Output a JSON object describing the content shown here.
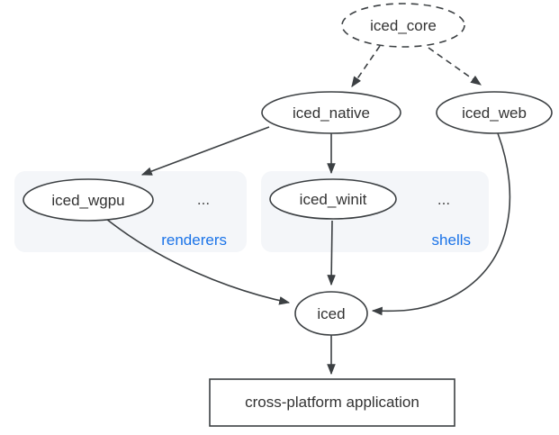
{
  "nodes": {
    "iced_core": {
      "label": "iced_core",
      "shape": "ellipse",
      "border": "dashed"
    },
    "iced_native": {
      "label": "iced_native",
      "shape": "ellipse",
      "border": "solid"
    },
    "iced_web": {
      "label": "iced_web",
      "shape": "ellipse",
      "border": "solid"
    },
    "iced_wgpu": {
      "label": "iced_wgpu",
      "shape": "ellipse",
      "border": "solid"
    },
    "iced_winit": {
      "label": "iced_winit",
      "shape": "ellipse",
      "border": "solid"
    },
    "iced": {
      "label": "iced",
      "shape": "ellipse",
      "border": "solid"
    },
    "cross_platform_application": {
      "label": "cross-platform application",
      "shape": "rect",
      "border": "solid"
    }
  },
  "groups": {
    "renderers": {
      "label": "renderers",
      "ellipsis": "...",
      "contains": [
        "iced_wgpu"
      ]
    },
    "shells": {
      "label": "shells",
      "ellipsis": "...",
      "contains": [
        "iced_winit"
      ]
    }
  },
  "edges": [
    {
      "from": "iced_core",
      "to": "iced_native",
      "style": "dashed"
    },
    {
      "from": "iced_core",
      "to": "iced_web",
      "style": "dashed"
    },
    {
      "from": "iced_native",
      "to": "iced_wgpu",
      "style": "solid"
    },
    {
      "from": "iced_native",
      "to": "iced_winit",
      "style": "solid"
    },
    {
      "from": "iced_wgpu",
      "to": "iced",
      "style": "solid"
    },
    {
      "from": "iced_winit",
      "to": "iced",
      "style": "solid"
    },
    {
      "from": "iced_web",
      "to": "iced",
      "style": "solid"
    },
    {
      "from": "iced",
      "to": "cross_platform_application",
      "style": "solid"
    }
  ],
  "colors": {
    "background": "#ffffff",
    "stroke": "#3c4043",
    "node_text": "#333333",
    "group_fill": "#f4f6f9",
    "group_label_blue": "#1a73e8"
  }
}
